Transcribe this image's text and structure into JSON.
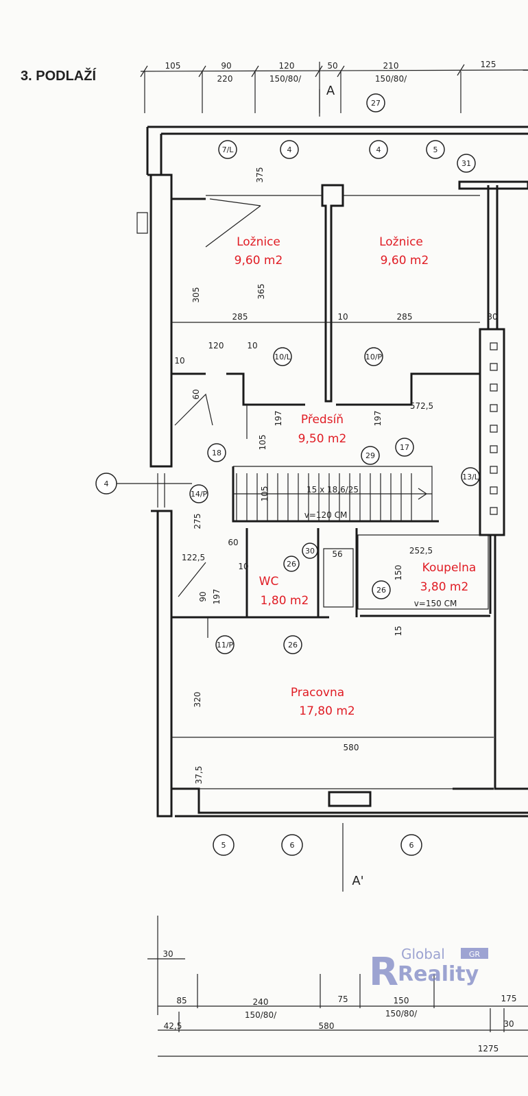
{
  "title": "3. PODLAŽÍ",
  "rooms": [
    {
      "name": "Ložnice",
      "area": "9,60 m2"
    },
    {
      "name": "Ložnice",
      "area": "9,60 m2"
    },
    {
      "name": "Předsíň",
      "area": "9,50 m2"
    },
    {
      "name": "WC",
      "area": "1,80 m2"
    },
    {
      "name": "Koupelna",
      "area": "3,80 m2"
    },
    {
      "name": "Pracovna",
      "area": "17,80 m2"
    }
  ],
  "top_dims": [
    "105",
    "90",
    "220",
    "120",
    "150/80/",
    "50",
    "210",
    "150/80/",
    "125"
  ],
  "bottom_dims": [
    "30",
    "85",
    "240",
    "150/80/",
    "75",
    "150",
    "150/80/",
    "175",
    "42,5",
    "580",
    "30",
    "1275"
  ],
  "inner_dims": [
    "375",
    "305",
    "365",
    "285",
    "10",
    "285",
    "30",
    "120",
    "10",
    "10",
    "60",
    "105",
    "572,5",
    "15 x 18,6/25",
    "v=120 CM",
    "105",
    "275",
    "60",
    "122,5",
    "10",
    "56",
    "252,5",
    "150",
    "v=150 CM",
    "90",
    "197",
    "15",
    "320",
    "580",
    "37,5",
    "197",
    "197"
  ],
  "section_marks": [
    "A",
    "A'"
  ],
  "markers": [
    "27",
    "7/L",
    "4",
    "4",
    "5",
    "31",
    "10/L",
    "10/P",
    "18",
    "29",
    "17",
    "13/L",
    "14/P",
    "4",
    "26",
    "30",
    "26",
    "26",
    "11/P",
    "5",
    "6",
    "6"
  ],
  "watermark": {
    "line1": "Global",
    "line2": "Reality",
    "badge": "GR"
  }
}
